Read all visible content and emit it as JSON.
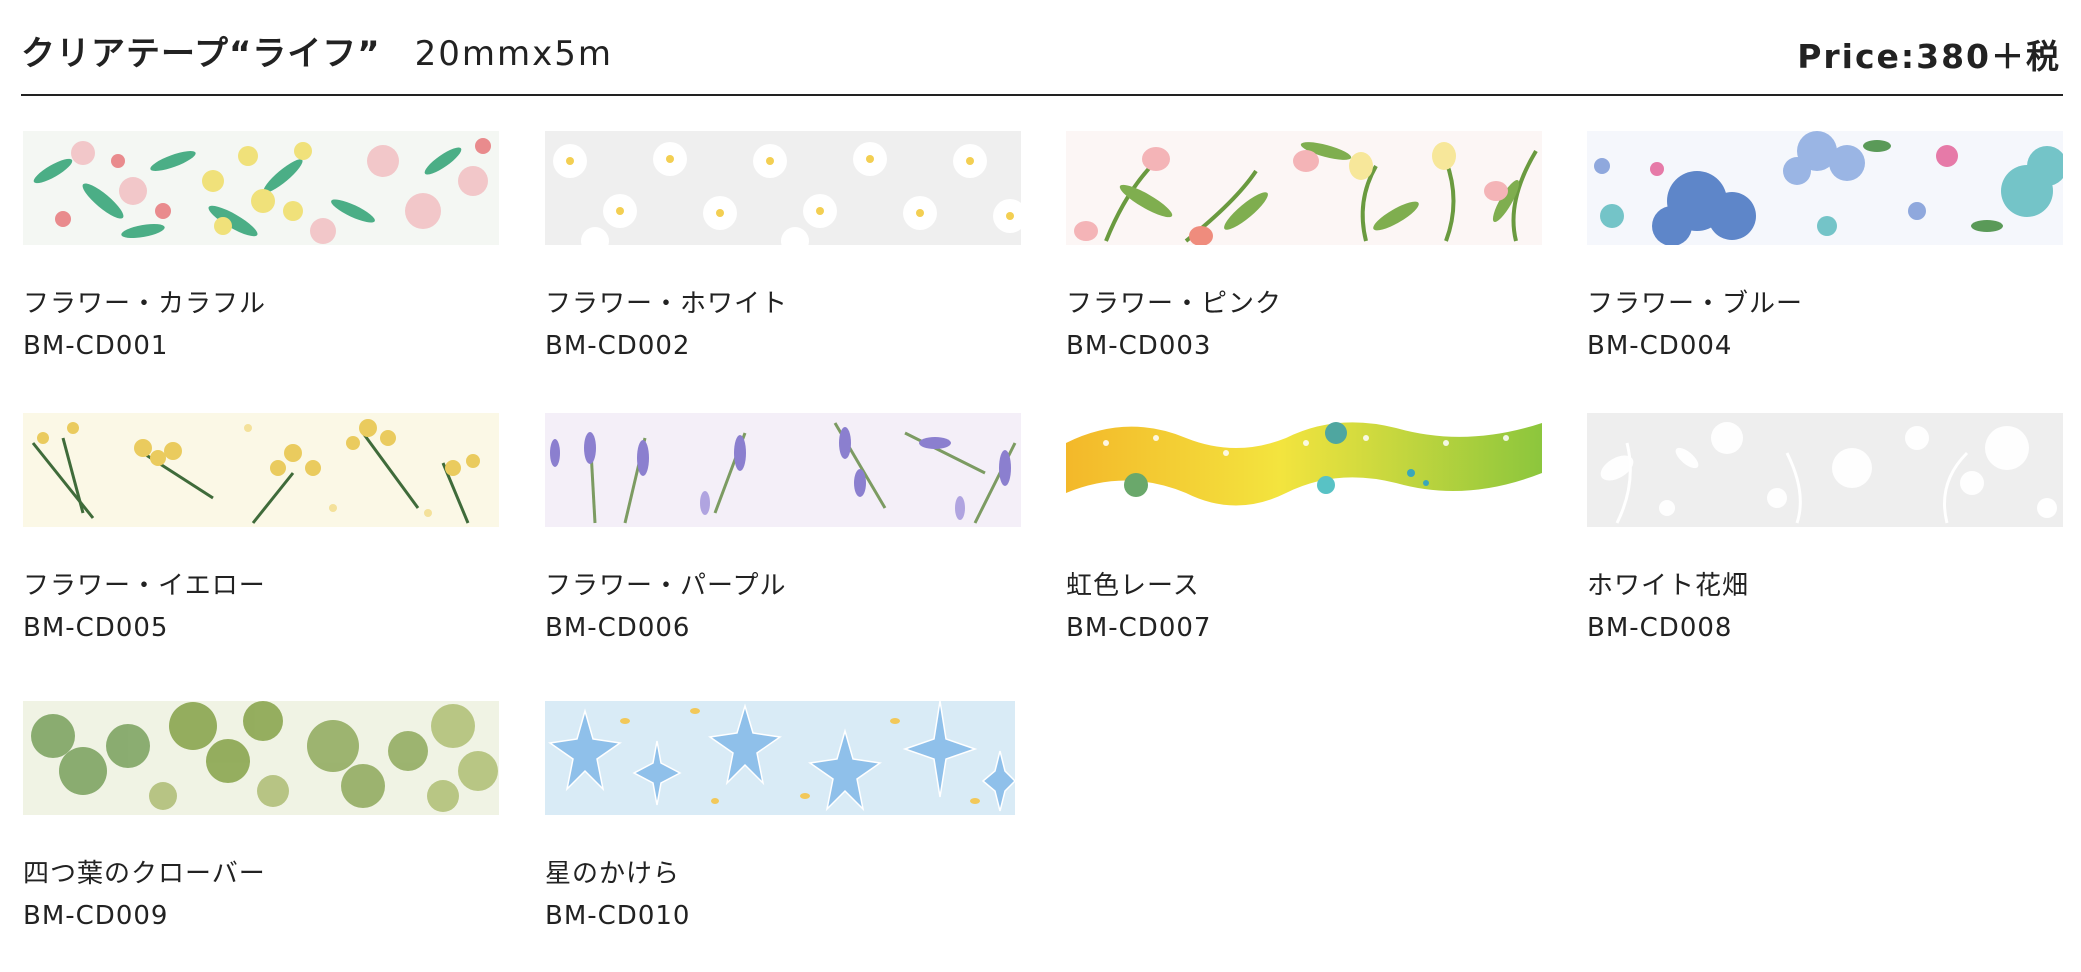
{
  "header": {
    "title": "クリアテープ“ライフ”",
    "spec": "20mmx5m",
    "price": "Price:380＋税"
  },
  "products": [
    {
      "name": "フラワー・カラフル",
      "code": "BM-CD001"
    },
    {
      "name": "フラワー・ホワイト",
      "code": "BM-CD002"
    },
    {
      "name": "フラワー・ピンク",
      "code": "BM-CD003"
    },
    {
      "name": "フラワー・ブルー",
      "code": "BM-CD004"
    },
    {
      "name": "フラワー・イエロー",
      "code": "BM-CD005"
    },
    {
      "name": "フラワー・パープル",
      "code": "BM-CD006"
    },
    {
      "name": "虹色レース",
      "code": "BM-CD007"
    },
    {
      "name": "ホワイト花畑",
      "code": "BM-CD008"
    },
    {
      "name": "四つ葉のクローバー",
      "code": "BM-CD009"
    },
    {
      "name": "星のかけら",
      "code": "BM-CD010"
    }
  ]
}
